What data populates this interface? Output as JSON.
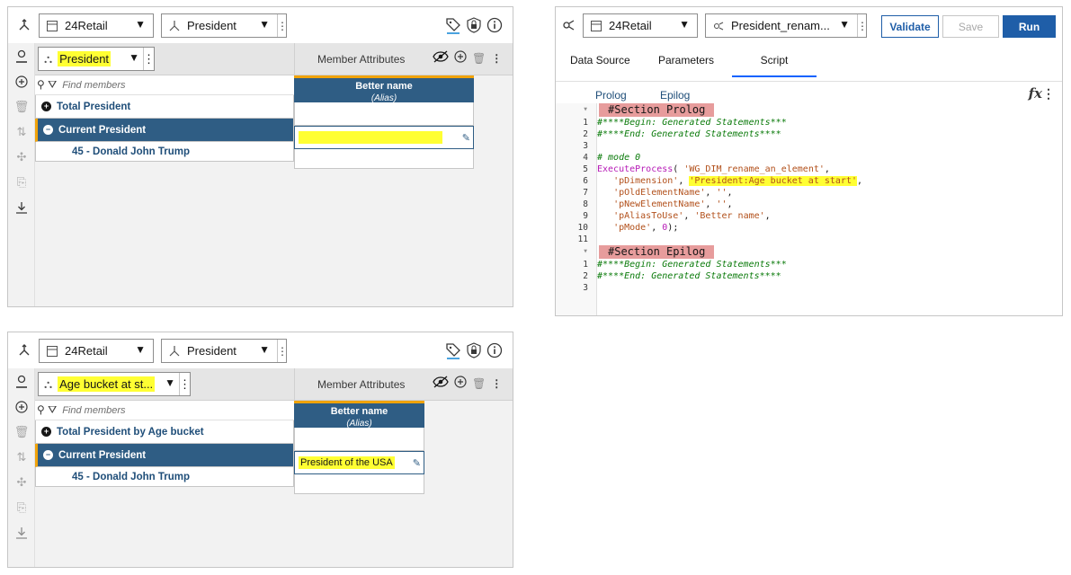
{
  "set_a": {
    "server": "24Retail",
    "dimension": "President",
    "subset": "President",
    "member_attributes_label": "Member Attributes",
    "search_placeholder": "Find members",
    "attr_col": {
      "name": "Better name",
      "type": "(Alias)"
    },
    "rows": [
      {
        "label": "Total President",
        "toggle": "+"
      },
      {
        "label": "Current President",
        "toggle": "−"
      },
      {
        "label": "45 - Donald John Trump"
      }
    ]
  },
  "set_b": {
    "server": "24Retail",
    "dimension": "President",
    "subset": "Age bucket at st...",
    "member_attributes_label": "Member Attributes",
    "search_placeholder": "Find members",
    "attr_col": {
      "name": "Better name",
      "type": "(Alias)"
    },
    "rows": [
      {
        "label": "Total President by Age bucket",
        "toggle": "+"
      },
      {
        "label": "Current President",
        "toggle": "−"
      },
      {
        "label": "45 - Donald John Trump"
      }
    ],
    "alias_value": "President of the USA"
  },
  "process": {
    "server": "24Retail",
    "process_name": "President_renam...",
    "validate_label": "Validate",
    "save_label": "Save",
    "run_label": "Run",
    "tabs": [
      "Data Source",
      "Parameters",
      "Script"
    ],
    "subtabs": [
      "Prolog",
      "Epilog"
    ],
    "fx": "fx",
    "prolog_header": "#Section Prolog",
    "epilog_header": "#Section Epilog",
    "prolog_lines": [
      "#****Begin: Generated Statements***",
      "#****End: Generated Statements****",
      "",
      "# mode 0",
      "ExecuteProcess( 'WG_DIM_rename_an_element',",
      "'pDimension', 'President:Age bucket at start',",
      "'pOldElementName', '',",
      "'pNewElementName', '',",
      "'pAliasToUse', 'Better name',",
      "'pMode', 0);",
      ""
    ],
    "epilog_lines": [
      "#****Begin: Generated Statements***",
      "#****End: Generated Statements****",
      ""
    ]
  },
  "colors": {
    "accent": "#2f5d84",
    "highlight": "#ffff33",
    "run": "#1f5ea8",
    "section": "#e79c9c"
  }
}
